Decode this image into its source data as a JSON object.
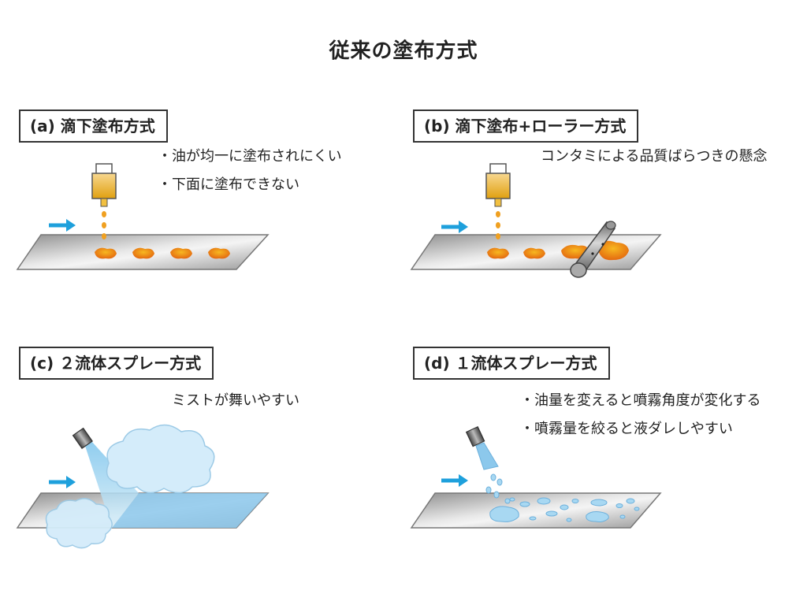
{
  "title": "従来の塗布方式",
  "panels": [
    {
      "label": "(a) 滴下塗布方式",
      "notes": [
        "・油が均一に塗布されにくい",
        "・下面に塗布できない"
      ]
    },
    {
      "label": "(b) 滴下塗布+ローラー方式",
      "notes": [
        "コンタミによる品質ばらつきの懸念"
      ]
    },
    {
      "label": "(c) ２流体スプレー方式",
      "notes": [
        "ミストが舞いやすい"
      ]
    },
    {
      "label": "(d) １流体スプレー方式",
      "notes": [
        "・油量を変えると噴霧角度が変化する",
        "・噴霧量を絞ると液ダレしやすい"
      ]
    }
  ],
  "colors": {
    "arrow": "#1ea0dc",
    "oil": "#f0a020",
    "oil_dark": "#e06010",
    "plate": "#b8b8b8",
    "mist": "#c8e8f8",
    "spray_film": "#8cc8ec"
  }
}
